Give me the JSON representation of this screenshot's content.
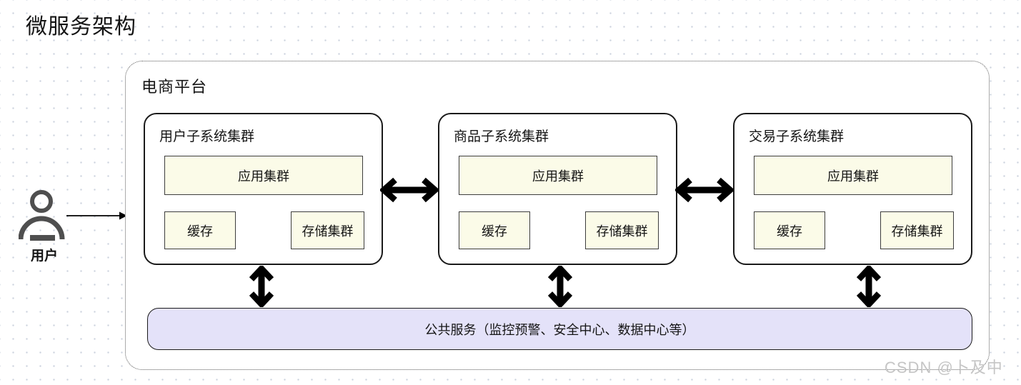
{
  "page": {
    "title": "微服务架构",
    "watermark": "CSDN @卜及中"
  },
  "user": {
    "label": "用户"
  },
  "platform": {
    "label": "电商平台",
    "clusters": [
      {
        "label": "用户子系统集群",
        "app_label": "应用集群",
        "cache_label": "缓存",
        "storage_label": "存储集群"
      },
      {
        "label": "商品子系统集群",
        "app_label": "应用集群",
        "cache_label": "缓存",
        "storage_label": "存储集群"
      },
      {
        "label": "交易子系统集群",
        "app_label": "应用集群",
        "cache_label": "缓存",
        "storage_label": "存储集群"
      }
    ],
    "shared_services": {
      "label": "公共服务（监控预警、安全中心、数据中心等）"
    }
  },
  "colors": {
    "node_fill": "#fbfbe8",
    "shared_bar_fill": "#e4e2f9",
    "cluster_border": "#1a1a1a",
    "arrow": "#000000",
    "user_icon": "#4f4f4f",
    "dot_grid": "#ccd2de",
    "watermark_text": "#c5c5c5"
  }
}
